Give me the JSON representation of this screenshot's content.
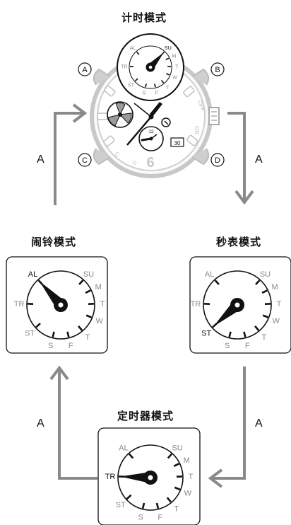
{
  "colors": {
    "ink": "#111111",
    "gray": "#888888",
    "light_gray": "#bdbdbd",
    "case_gray": "#d6d6d6"
  },
  "titles": {
    "timekeeping": "计时模式",
    "alarm": "闹铃模式",
    "stopwatch": "秒表模式",
    "timer": "定时器模式"
  },
  "arrow_label": "A",
  "watch": {
    "button_a": "A",
    "button_b": "B",
    "button_c": "C",
    "button_d": "D",
    "six": "6",
    "date": "30",
    "sub_twelve": "12",
    "off": "OFF",
    "on": "ON",
    "bezel_c": "C",
    "bezel_r": "R"
  },
  "dial": {
    "al": "AL",
    "su": "SU",
    "m": "M",
    "t1": "T",
    "w": "W",
    "t2": "T",
    "f": "F",
    "s": "S",
    "st": "ST",
    "tr": "TR"
  },
  "mode_indicator": {
    "timekeeping": "SU",
    "alarm": "AL",
    "stopwatch": "ST",
    "timer": "TR"
  }
}
